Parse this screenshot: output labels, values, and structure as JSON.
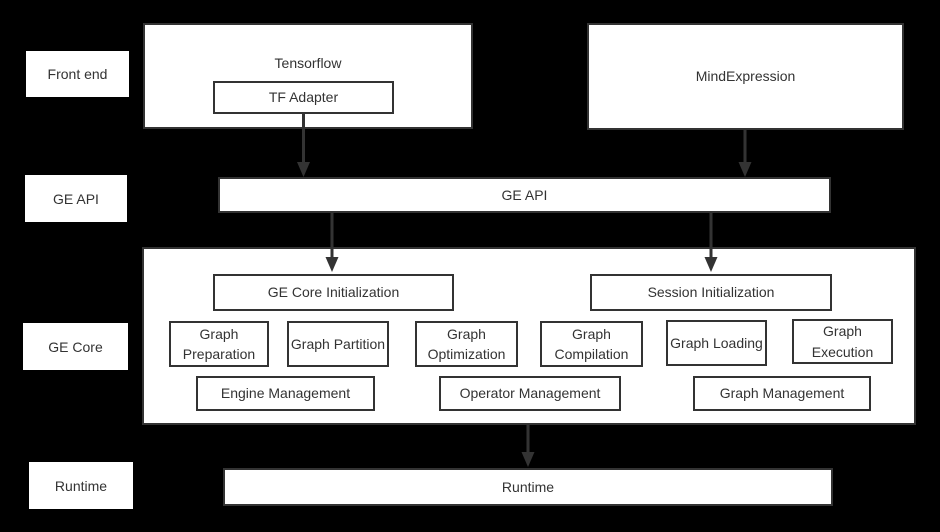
{
  "colors": {
    "background": "#000000",
    "box_fill": "#ffffff",
    "box_border": "#333333",
    "text": "#333333",
    "arrow": "#333333"
  },
  "side_labels": {
    "front_end": "Front end",
    "ge_api": "GE API",
    "ge_core": "GE Core",
    "runtime": "Runtime"
  },
  "front_end": {
    "tensorflow": "Tensorflow",
    "tf_adapter": "TF Adapter",
    "mind_expression": "MindExpression"
  },
  "ge_api": {
    "label": "GE API"
  },
  "ge_core": {
    "ge_core_initialization": "GE Core Initialization",
    "session_initialization": "Session Initialization",
    "pipeline": [
      "Graph Preparation",
      "Graph Partition",
      "Graph Optimization",
      "Graph Compilation",
      "Graph Loading",
      "Graph Execution"
    ],
    "management": [
      "Engine Management",
      "Operator Management",
      "Graph Management"
    ]
  },
  "runtime": {
    "label": "Runtime"
  }
}
